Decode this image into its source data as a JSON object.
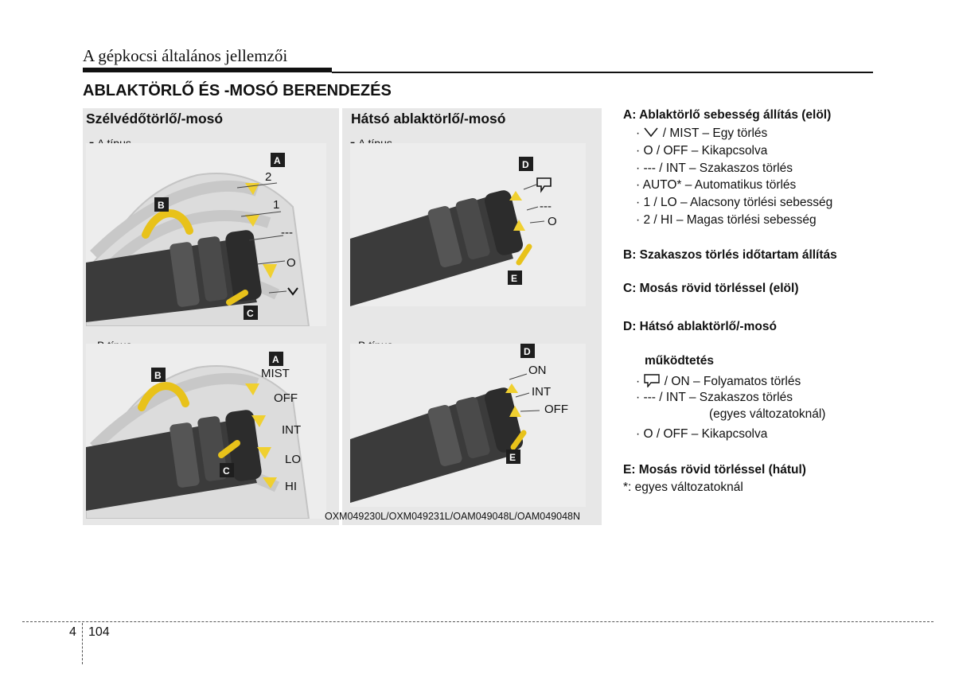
{
  "header": {
    "title": "A gépkocsi általános jellemzői"
  },
  "section": {
    "title": "ABLAKTÖRLŐ ÉS -MOSÓ BERENDEZÉS"
  },
  "left_panel": {
    "heading": "Szélvédőtörlő/-mosó",
    "type_a": "A típus",
    "type_b": "B típus",
    "fig_a": {
      "badges": [
        "A",
        "B",
        "C"
      ],
      "positions": [
        "2",
        "1",
        "---",
        "O"
      ]
    },
    "fig_b": {
      "badges": [
        "A",
        "B",
        "C"
      ],
      "positions": [
        "MIST",
        "OFF",
        "INT",
        "LO",
        "HI"
      ]
    }
  },
  "middle_panel": {
    "heading": "Hátsó ablaktörlő/-mosó",
    "type_a": "A típus",
    "type_b": "B típus",
    "fig_a": {
      "badges": [
        "D",
        "E"
      ],
      "positions": [
        "---",
        "O"
      ]
    },
    "fig_b": {
      "badges": [
        "D",
        "E"
      ],
      "positions": [
        "ON",
        "INT",
        "OFF"
      ]
    }
  },
  "figure_code": "OXM049230L/OXM049231L/OAM049048L/OAM049048N",
  "legend": {
    "a_title": "A:  Ablaktörlő sebesség állítás (elöl)",
    "a_items": [
      "/ MIST – Egy törlés",
      "· O / OFF – Kikapcsolva",
      "· --- / INT – Szakaszos törlés",
      "· AUTO* – Automatikus törlés",
      "· 1 / LO – Alacsony törlési sebesség",
      "· 2 / HI – Magas törlési sebesség"
    ],
    "b_title": "B:  Szakaszos törlés időtartam állítás",
    "c_title": "C:  Mosás rövid törléssel (elöl)",
    "d_title": "D:  Hátsó ablaktörlő/-mosó",
    "d_title_2": "működtetés",
    "d_items": [
      "/ ON – Folyamatos törlés",
      "· --- / INT – Szakaszos törlés",
      "(egyes változatoknál)",
      "· O / OFF – Kikapcsolva"
    ],
    "e_title": "E:  Mosás rövid törléssel (hátul)",
    "footnote": "*: egyes változatoknál"
  },
  "footer": {
    "chapter": "4",
    "page": "104"
  }
}
